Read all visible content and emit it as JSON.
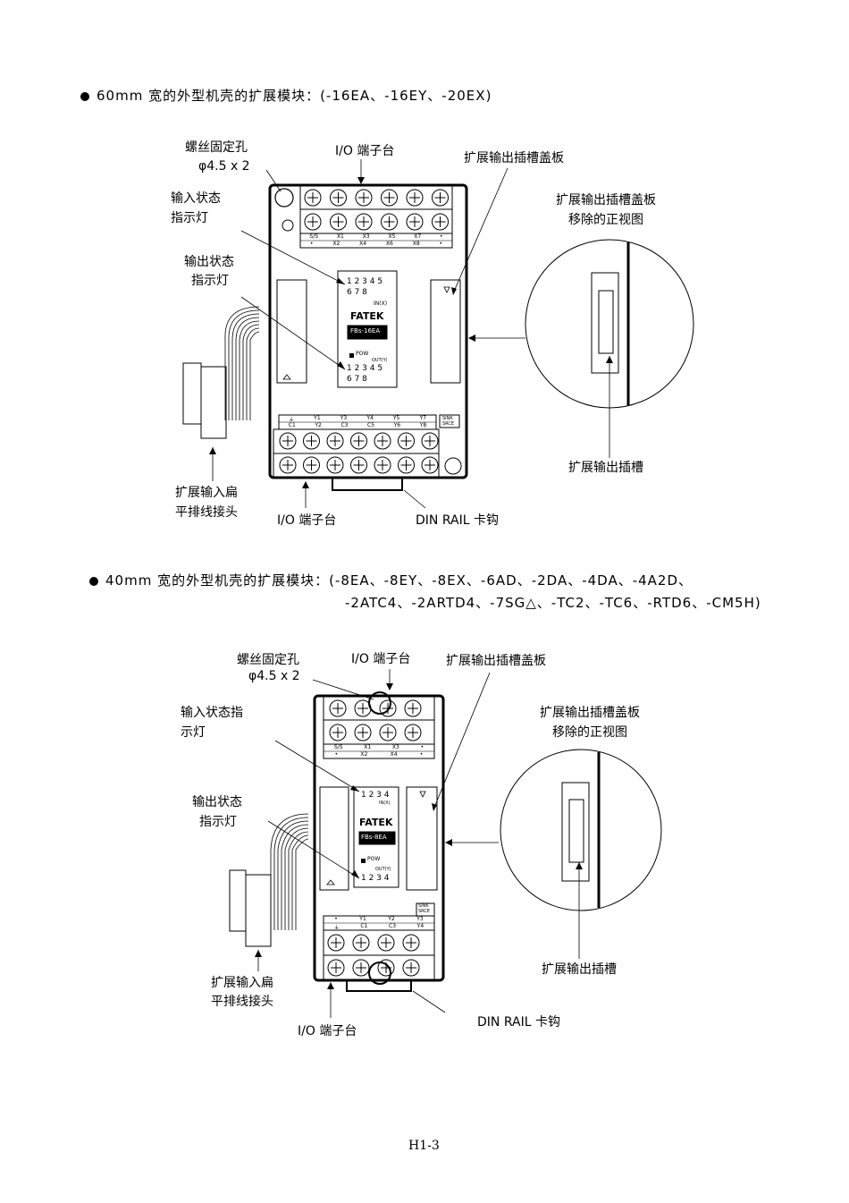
{
  "section1": {
    "heading": "60mm 宽的外型机壳的扩展模块：(-16EA、-16EY、-20EX)",
    "screw_label": "螺丝固定孔",
    "screw_dim": "φ4.5 x 2",
    "io_top": "I/O 端子台",
    "cover_label": "扩展输出插槽盖板",
    "cover_removed_line1": "扩展输出插槽盖板",
    "cover_removed_line2": "移除的正视图",
    "input_led_line1": "输入状态",
    "input_led_line2": "指示灯",
    "output_led_line1": "输出状态",
    "output_led_line2": "指示灯",
    "slot_label": "扩展输出插槽",
    "flat_cable_line1": "扩展输入扁",
    "flat_cable_line2": "平排线接头",
    "io_bottom": "I/O 端子台",
    "din_rail": "DIN RAIL 卡钩",
    "panel": {
      "in_row1": "1 2 3 4 5",
      "in_row2": "6 7 8",
      "in_tag": "IN(X)",
      "brand": "FATEK",
      "model": "FBs-16EA",
      "pow": "POW",
      "out_tag": "OUT(Y)",
      "out_row1": "1 2 3 4 5",
      "out_row2": "6 7 8"
    },
    "top_terms_a": [
      "S/S",
      "X1",
      "X3",
      "X5",
      "X7",
      "•"
    ],
    "top_terms_b": [
      "•",
      "X2",
      "X4",
      "X6",
      "X8",
      "•"
    ],
    "bot_terms_a": [
      "⏚",
      "Y1",
      "Y3",
      "Y4",
      "Y5",
      "Y7"
    ],
    "bot_terms_b": [
      "C1",
      "Y2",
      "C3",
      "C5",
      "Y6",
      "Y8"
    ],
    "sink": "SINK",
    "srce": "SRCE"
  },
  "section2": {
    "heading_line1": "40mm 宽的外型机壳的扩展模块：(-8EA、-8EY、-8EX、-6AD、-2DA、-4DA、-4A2D、",
    "heading_line2": "-2ATC4、-2ARTD4、-7SG△、-TC2、-TC6、-RTD6、-CM5H)",
    "screw_label": "螺丝固定孔",
    "screw_dim": "φ4.5 x 2",
    "io_top": "I/O 端子台",
    "cover_label": "扩展输出插槽盖板",
    "cover_removed_line1": "扩展输出插槽盖板",
    "cover_removed_line2": "移除的正视图",
    "input_led_line1": "输入状态指",
    "input_led_line2": "示灯",
    "output_led_line1": "输出状态",
    "output_led_line2": "指示灯",
    "slot_label": "扩展输出插槽",
    "flat_cable_line1": "扩展输入扁",
    "flat_cable_line2": "平排线接头",
    "io_bottom": "I/O 端子台",
    "din_rail": "DIN RAIL 卡钩",
    "panel": {
      "in_row1": "1 2 3 4",
      "in_tag": "IN(X)",
      "brand": "FATEK",
      "model": "FBs-8EA",
      "pow": "POW",
      "out_tag": "OUT(Y)",
      "out_row1": "1 2 3 4"
    },
    "top_terms_a": [
      "S/S",
      "X1",
      "X3",
      "•"
    ],
    "top_terms_b": [
      "•",
      "X2",
      "X4",
      "•"
    ],
    "bot_terms_a": [
      "•",
      "Y1",
      "Y2",
      "Y3"
    ],
    "bot_terms_b": [
      "⏚",
      "C1",
      "C3",
      "Y4"
    ],
    "sink": "SINK",
    "srce": "SRCE"
  },
  "footer": {
    "page_number": "H1-3"
  }
}
